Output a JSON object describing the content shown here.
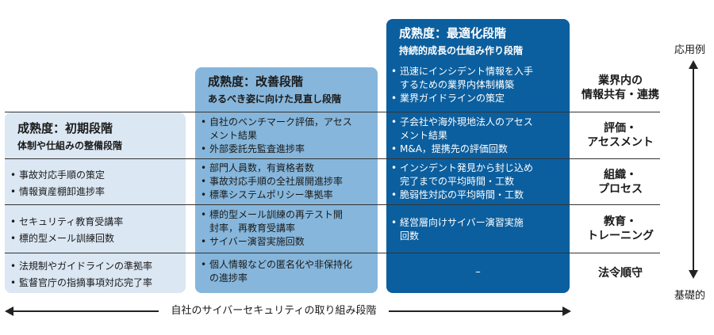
{
  "stages": [
    {
      "title": "成熟度：初期段階",
      "subtitle": "体制や仕組みの整備段階",
      "rows": [
        [
          "事故対応手順の策定",
          "情報資産棚卸進捗率"
        ],
        [
          "セキュリティ教育受講率",
          "標的型メール訓練回数"
        ],
        [
          "法規制やガイドラインの準拠率",
          "監督官庁の指摘事項対応完了率"
        ]
      ]
    },
    {
      "title": "成熟度：改善段階",
      "subtitle": "あるべき姿に向けた見直し段階",
      "rows": [
        [
          [
            "自社のベンチマーク評価，アセス",
            "メント結果"
          ],
          "外部委託先監査進捗率"
        ],
        [
          "部門人員数，有資格者数",
          "事故対応手順の全社展開進捗率",
          "標準システムポリシー準拠率"
        ],
        [
          [
            "標的型メール訓練の再テスト開",
            "封率，再教育受講率"
          ],
          "サイバー演習実施回数"
        ],
        [
          [
            "個人情報などの匿名化や非保持化",
            "の進捗率"
          ]
        ]
      ]
    },
    {
      "title": "成熟度：最適化段階",
      "subtitle": "持続的成長の仕組み作り段階",
      "rows": [
        [
          [
            "迅速にインシデント情報を入手",
            "するための業界内体制構築"
          ],
          "業界ガイドラインの策定"
        ],
        [
          [
            "子会社や海外現地法人のアセス",
            "メント結果"
          ],
          "M&A，提携先の評価回数"
        ],
        [
          [
            "インシデント発見から封じ込め",
            "完了までの平均時間・工数"
          ],
          "脆弱性対応の平均時間・工数"
        ],
        [
          [
            "経営層向けサイバー演習実施",
            "回数"
          ]
        ],
        "–"
      ]
    }
  ],
  "categories": [
    [
      "業界内の",
      "情報共有・連携"
    ],
    [
      "評価・",
      "アセスメント"
    ],
    [
      "組織・",
      "プロセス"
    ],
    [
      "教育・",
      "トレーニング"
    ],
    [
      "法令順守"
    ]
  ],
  "vertical_axis": {
    "top_label": "応用例",
    "bottom_label": "基礎的"
  },
  "horizontal_axis": {
    "label": "自社のサイバーセキュリティの取り組み段階"
  },
  "colors": {
    "initial": "#dbe7f3",
    "improve": "#86b6db",
    "optimize": "#0c5f9e"
  }
}
